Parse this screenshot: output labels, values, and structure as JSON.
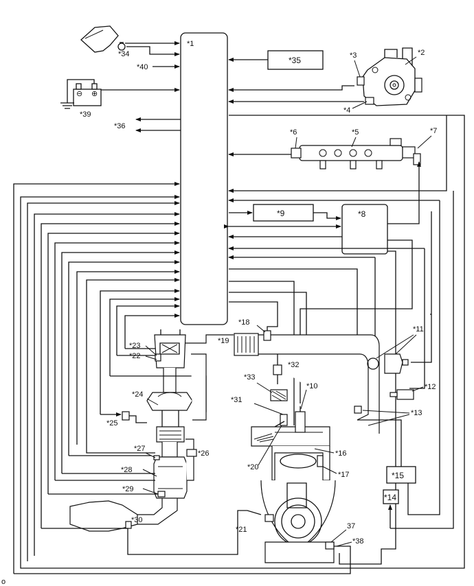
{
  "diagram": {
    "ecm_label": "*1",
    "box_labels": {
      "b9": "*9",
      "b8": "*8",
      "b35": "*35",
      "b15": "*15",
      "b14": "*14"
    },
    "callouts": {
      "c2": "*2",
      "c3": "*3",
      "c4": "*4",
      "c5": "*5",
      "c6": "*6",
      "c7": "*7",
      "c10": "*10",
      "c11": "*11",
      "c12": "*12",
      "c13": "*13",
      "c16": "*16",
      "c17": "*17",
      "c18": "*18",
      "c19": "*19",
      "c20": "*20",
      "c21": "*21",
      "c22": "*22",
      "c23": "*23",
      "c24": "*24",
      "c25": "*25",
      "c26": "*26",
      "c27": "*27",
      "c28": "*28",
      "c29": "*29",
      "c30": "*30",
      "c31": "*31",
      "c32": "*32",
      "c33": "*33",
      "c34": "*34",
      "c36": "*36",
      "c37": "37",
      "c38": "*38",
      "c39": "*39",
      "c40": "*40"
    },
    "corner_text": "o"
  }
}
